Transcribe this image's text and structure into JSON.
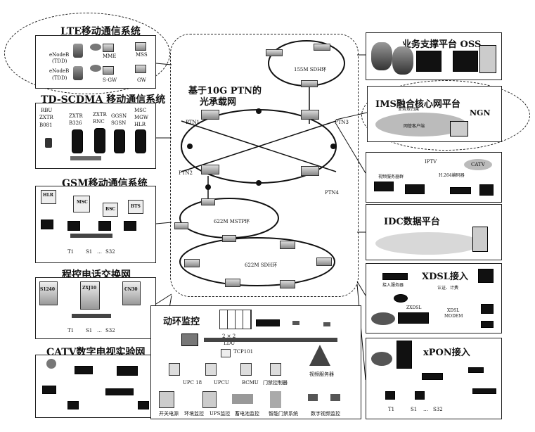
{
  "lte": {
    "title": "LTE移动通信系统",
    "enodeb1": "eNodeB",
    "tdd1": "(TDD)",
    "enodeb2": "eNodeB",
    "tdd2": "(TDD)",
    "mme": "MME",
    "mss": "MSS",
    "sgw": "S-GW",
    "gw": "GW"
  },
  "tdscdma": {
    "title": "TD-SCDMA 移动通信系统",
    "rbu": "RBU",
    "zxtr1": "ZXTR",
    "b081": "B081",
    "zxtr2": "ZXTR",
    "b326": "B326",
    "zxtr3": "ZXTR",
    "rnc": "RNC",
    "ggsn": "GGSN",
    "sgsn": "SGSN",
    "msc": "MSC",
    "mgw": "MGW",
    "hlr": "HLR"
  },
  "gsm": {
    "title": "GSM移动通信系统",
    "hlr": "HLR",
    "msc": "MSC",
    "bsc": "BSC",
    "bts": "BTS",
    "t1": "T1",
    "s1": "S1",
    "dots": "…",
    "s32": "S32"
  },
  "pstn": {
    "title": "程控电话交换网",
    "s1240": "S1240",
    "zxj10": "ZXJ10",
    "cn30": "CN30",
    "t1": "T1",
    "s1": "S1",
    "dots": "…",
    "s32": "S32"
  },
  "catv": {
    "title": "CATV数字电视实验网"
  },
  "core": {
    "title_line1": "基于10G PTN的",
    "title_line2": "光承载网",
    "stm": "155M SDH环",
    "ptn1": "PTN1",
    "ptn2": "PTN2",
    "ptn3": "PTN3",
    "ptn4": "PTN4",
    "mstp": "622M  MSTP环",
    "sdh": "622M  SDH环"
  },
  "oss": {
    "title": "业务支撑平台 OSS"
  },
  "ims": {
    "title": "IMS融合核心网平台",
    "service": "业务双归属",
    "ngn": "NGN",
    "net": "网管客户端"
  },
  "iptv": {
    "iptv": "IPTV",
    "catv": "CATV",
    "server": "视频服务器群",
    "encoder": "H.264编码器"
  },
  "idc": {
    "title": "IDC数据平台"
  },
  "xdsl": {
    "title": "XDSL接入",
    "access": "接入服务器",
    "auth": "认证、计费",
    "zxdsl": "ZXDSL",
    "xdsl": "XDSL",
    "modem": "MODEM"
  },
  "xpon": {
    "title": "xPON接入",
    "t1": "T1",
    "s1": "S1",
    "dots": "…",
    "s32": "S32"
  },
  "env": {
    "title": "动环监控",
    "x22": "2 × 2",
    "ldu": "LDU",
    "tcp": "TCP101",
    "upc18": "UPC 18",
    "upcu": "UPCU",
    "bcmu": "BCMU",
    "door": "门禁控制器",
    "video": "视频服务器",
    "cap1": "开关电源",
    "cap2": "环境监控",
    "cap3": "UPS监控",
    "cap4": "蓄电池监控",
    "cap5": "智能门禁系统",
    "cap6": "数字视频监控"
  }
}
